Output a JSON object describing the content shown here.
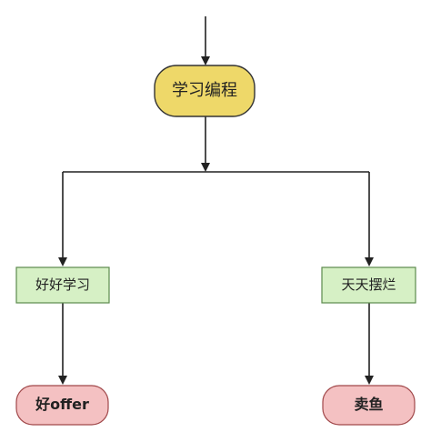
{
  "diagram": {
    "root": {
      "label": "学习编程",
      "fill": "#EED869",
      "stroke": "#333333"
    },
    "left_action": {
      "label": "好好学习",
      "fill": "#D6F0C5",
      "stroke": "#5C8A4D"
    },
    "right_action": {
      "label": "天天摆烂",
      "fill": "#D6F0C5",
      "stroke": "#5C8A4D"
    },
    "left_result": {
      "label": "好offer",
      "fill": "#F4C1C2",
      "stroke": "#A1484A"
    },
    "right_result": {
      "label": "卖鱼",
      "fill": "#F4C1C2",
      "stroke": "#A1484A"
    }
  }
}
